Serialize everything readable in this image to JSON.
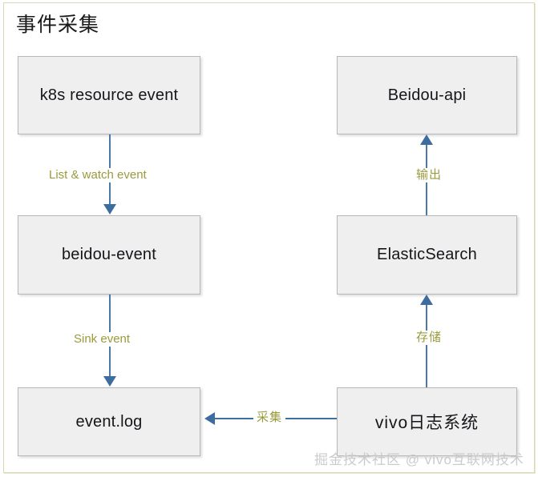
{
  "diagram": {
    "title": "事件采集",
    "type": "flowchart",
    "colors": {
      "node_fill": "#efefef",
      "node_border": "#b7b7b7",
      "arrow": "#3c6d9e",
      "edge_label": "#9a9b3c",
      "frame_border": "#d8d7b8",
      "background": "#ffffff",
      "watermark": "#c9c9c9"
    },
    "nodes": [
      {
        "id": "k8s",
        "label": "k8s resource event",
        "lang": "en"
      },
      {
        "id": "bdapi",
        "label": "Beidou-api",
        "lang": "en"
      },
      {
        "id": "bdev",
        "label": "beidou-event",
        "lang": "en"
      },
      {
        "id": "es",
        "label": "ElasticSearch",
        "lang": "en"
      },
      {
        "id": "elog",
        "label": "event.log",
        "lang": "en"
      },
      {
        "id": "vivo",
        "label": "vivo日志系统",
        "lang": "cjk"
      }
    ],
    "edges": [
      {
        "from": "k8s",
        "to": "bdev",
        "label": "List & watch event",
        "direction": "down"
      },
      {
        "from": "bdev",
        "to": "elog",
        "label": "Sink event",
        "direction": "down"
      },
      {
        "from": "vivo",
        "to": "elog",
        "label": "采集",
        "direction": "left"
      },
      {
        "from": "vivo",
        "to": "es",
        "label": "存储",
        "direction": "up"
      },
      {
        "from": "es",
        "to": "bdapi",
        "label": "输出",
        "direction": "up"
      }
    ]
  },
  "watermark": {
    "text": "掘金技术社区 @ vivo互联网技术"
  }
}
